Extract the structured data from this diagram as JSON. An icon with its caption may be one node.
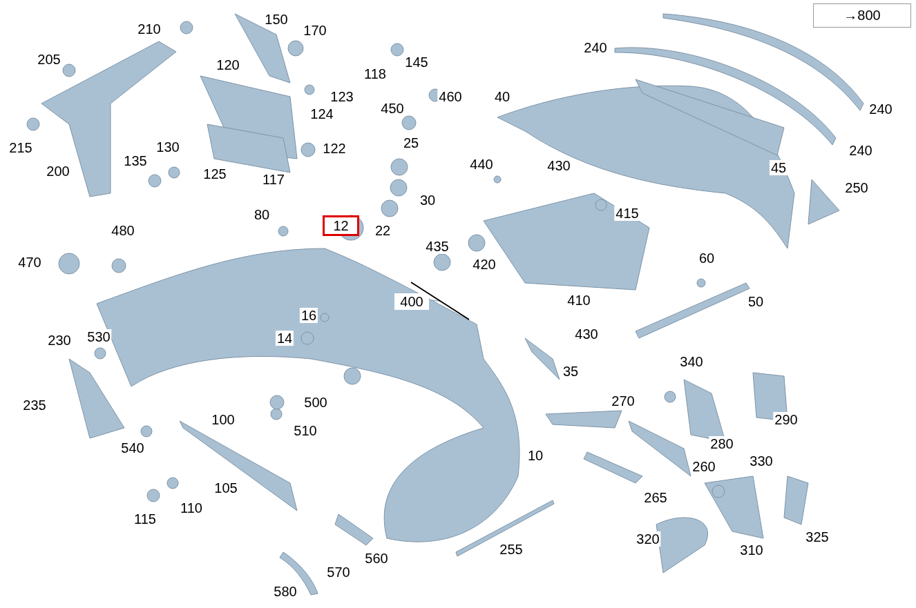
{
  "diagram": {
    "nodes": [
      {
        "text": [
          "→800"
        ]
      },
      {
        "text": [
          "12"
        ]
      },
      {
        "text": [
          "400"
        ]
      },
      {
        "text": [],
        "shape": "picture"
      }
    ],
    "edges": [
      {
        "from": 2,
        "to": 3,
        "arrow": "none"
      }
    ],
    "labels": [
      "150",
      "210",
      "170",
      "240",
      "205",
      "120",
      "145",
      "118",
      "123",
      "40",
      "460",
      "240",
      "450",
      "124",
      "215",
      "25",
      "130",
      "122",
      "240",
      "135",
      "440",
      "430",
      "45",
      "200",
      "125",
      "117",
      "250",
      "30",
      "415",
      "80",
      "480",
      "22",
      "435",
      "60",
      "470",
      "420",
      "410",
      "50",
      "16",
      "430",
      "14",
      "530",
      "230",
      "340",
      "35",
      "270",
      "500",
      "235",
      "290",
      "100",
      "510",
      "280",
      "540",
      "10",
      "330",
      "260",
      "105",
      "265",
      "110",
      "115",
      "325",
      "320",
      "255",
      "310",
      "560",
      "570",
      "580"
    ]
  }
}
